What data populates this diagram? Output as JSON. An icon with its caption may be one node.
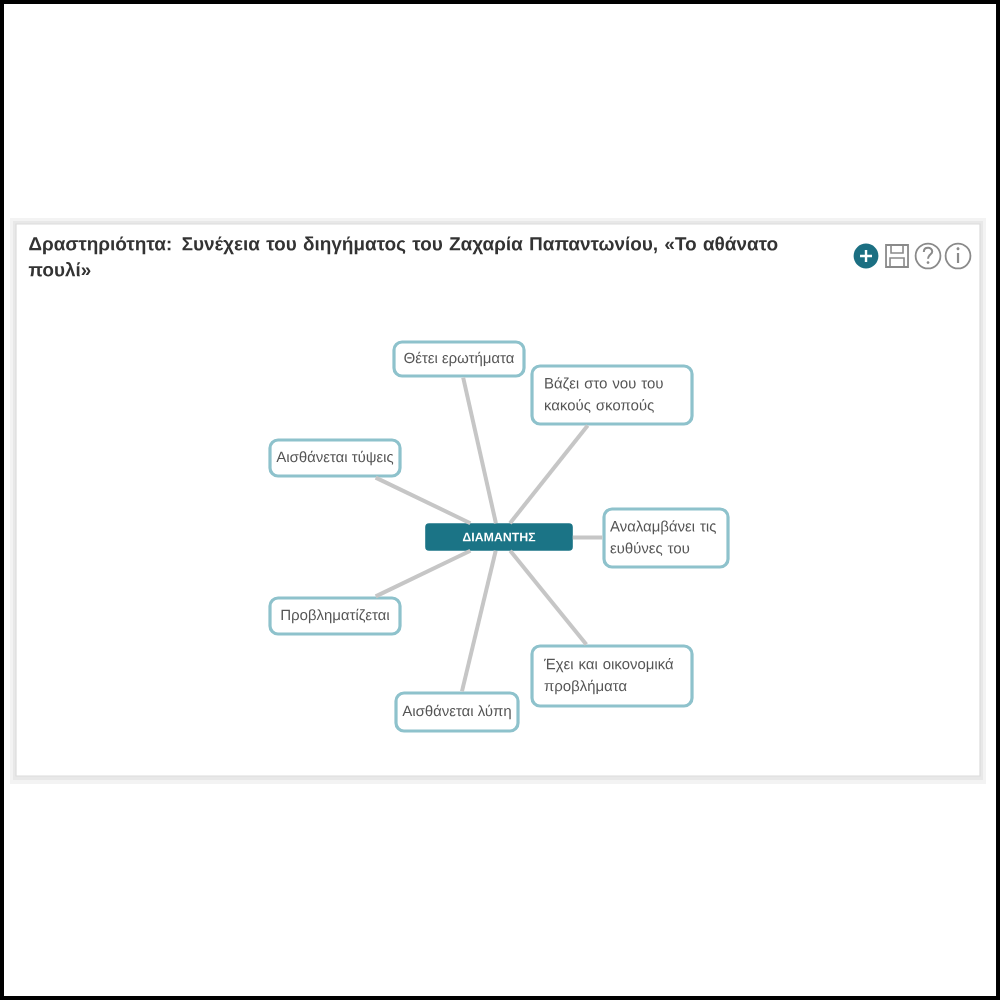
{
  "diagram": {
    "title": "Δραστηριότητα: Συνέχεια του διηγήματος του Ζαχαρία Παπαντωνίου, «Το αθάνατο πουλί»",
    "nodes": [
      {
        "text": [
          "ΔΙΑΜΑΝΤΗΣ"
        ]
      },
      {
        "text": [
          "Θέτει ερωτήματα"
        ]
      },
      {
        "text": [
          "Βάζει στο νου του κακούς σκοπούς"
        ]
      },
      {
        "text": [
          "Αισθάνεται τύψεις"
        ]
      },
      {
        "text": [
          "Αναλαμβάνει τις ευθύνες του"
        ]
      },
      {
        "text": [
          "Προβληματίζεται"
        ]
      },
      {
        "text": [
          "Έχει και οικονομικά προβλήματα"
        ]
      },
      {
        "text": [
          "Αισθάνεται λύπη"
        ]
      }
    ],
    "edges": [
      {
        "from": 0,
        "to": 1,
        "arrow": "none"
      },
      {
        "from": 0,
        "to": 2,
        "arrow": "none"
      },
      {
        "from": 0,
        "to": 3,
        "arrow": "none"
      },
      {
        "from": 0,
        "to": 4,
        "arrow": "none"
      },
      {
        "from": 0,
        "to": 5,
        "arrow": "none"
      },
      {
        "from": 0,
        "to": 6,
        "arrow": "none"
      },
      {
        "from": 0,
        "to": 7,
        "arrow": "none"
      }
    ]
  }
}
